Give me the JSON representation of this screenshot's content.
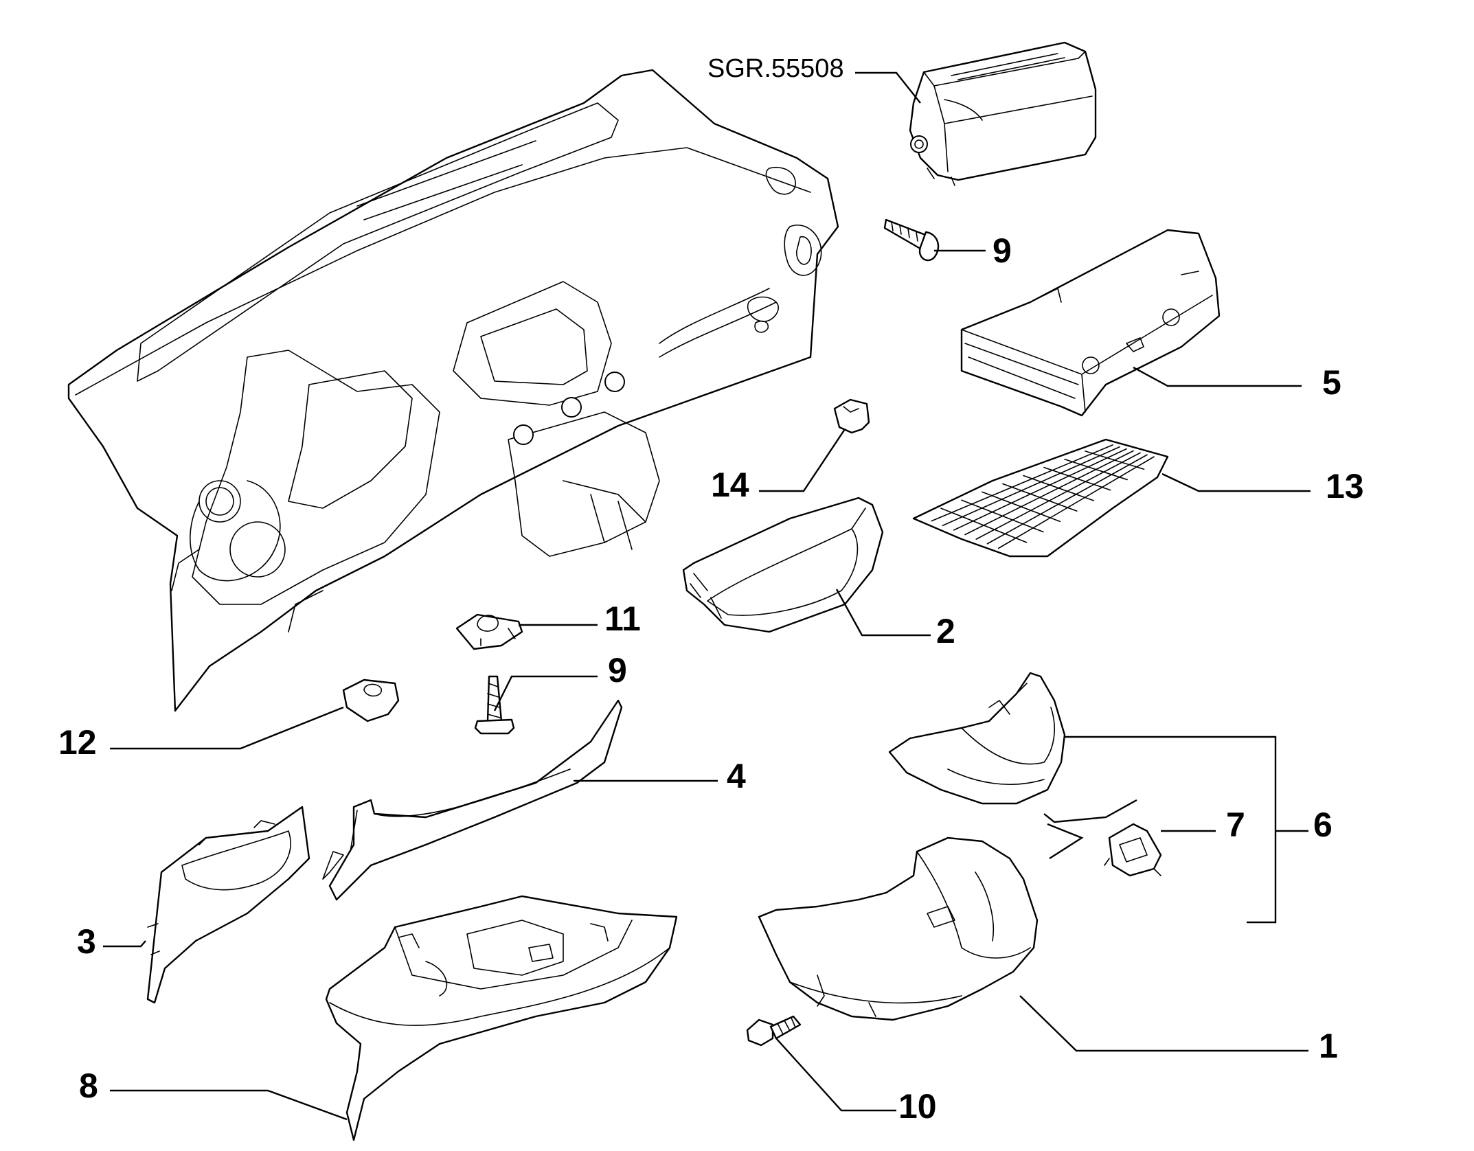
{
  "diagram": {
    "reference_code": "SGR.55508",
    "callouts": [
      {
        "id": "1",
        "label": "1"
      },
      {
        "id": "2",
        "label": "2"
      },
      {
        "id": "3",
        "label": "3"
      },
      {
        "id": "4",
        "label": "4"
      },
      {
        "id": "5",
        "label": "5"
      },
      {
        "id": "6",
        "label": "6"
      },
      {
        "id": "7",
        "label": "7"
      },
      {
        "id": "8",
        "label": "8"
      },
      {
        "id": "9a",
        "label": "9"
      },
      {
        "id": "9b",
        "label": "9"
      },
      {
        "id": "10",
        "label": "10"
      },
      {
        "id": "11",
        "label": "11"
      },
      {
        "id": "12",
        "label": "12"
      },
      {
        "id": "13",
        "label": "13"
      },
      {
        "id": "14",
        "label": "14"
      }
    ]
  }
}
